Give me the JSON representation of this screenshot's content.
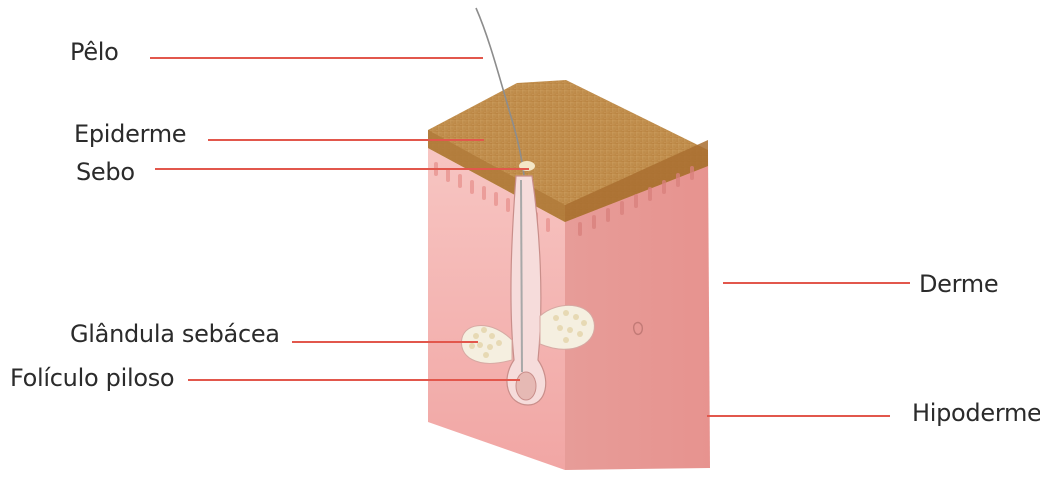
{
  "labels": {
    "pelo": "Pêlo",
    "epiderme": "Epiderme",
    "sebo": "Sebo",
    "glandula": "Glândula sebácea",
    "foliculo": "Folículo piloso",
    "derme": "Derme",
    "hipoderme": "Hipoderme"
  },
  "colors": {
    "leader_line": "#e2574c",
    "epidermis_top": "#c99a5b",
    "dermis": "#f3b3b0",
    "label_text": "#2b2b2b"
  }
}
